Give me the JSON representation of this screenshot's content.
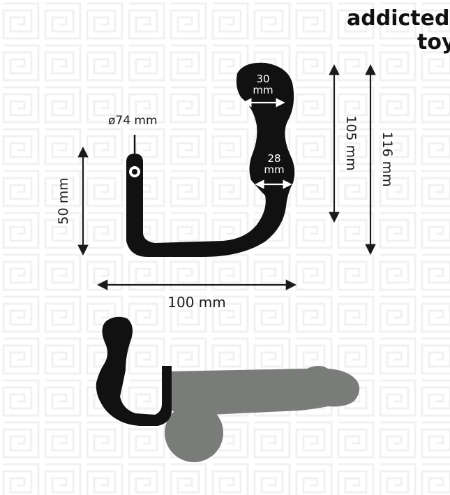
{
  "brand": {
    "line1": "addicted",
    "line2": "toys"
  },
  "dimensions": {
    "ring_diameter": "ø74 mm",
    "height_left": "50 mm",
    "width_bottom": "100 mm",
    "plug_height_inner": "105 mm",
    "plug_height_total": "116 mm",
    "tip_width_top": "30",
    "tip_width_bottom": "mm",
    "neck_width_top": "28",
    "neck_width_bottom": "mm"
  },
  "colors": {
    "product": "#111111",
    "model": "#7a7c7a",
    "pattern": "#f1f1f1"
  }
}
